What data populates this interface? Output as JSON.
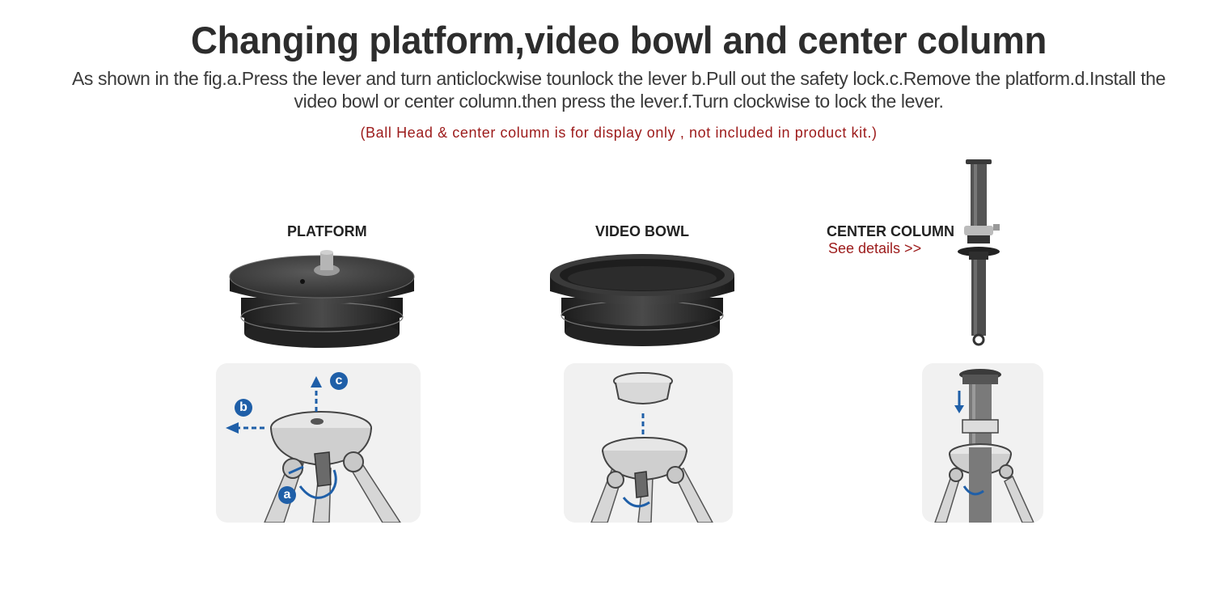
{
  "heading": {
    "title": "Changing platform,video bowl and center column",
    "description": "As shown in the fig.a.Press the lever and turn anticlockwise tounlock the lever b.Pull out the safety lock.c.Remove the platform.d.Install the video bowl or center column.then press the lever.f.Turn clockwise to lock the lever.",
    "note": "(Ball Head & center column is for display only , not included in product kit.)"
  },
  "products": {
    "platform_label": "PLATFORM",
    "video_bowl_label": "VIDEO BOWL",
    "center_column_label": "CENTER COLUMN",
    "center_column_link": "See details >>"
  },
  "steps": {
    "a": "a",
    "b": "b",
    "c": "c"
  },
  "colors": {
    "accent_blue": "#1f5fa8",
    "note_red": "#9c1a1a",
    "panel_bg": "#f1f1f1"
  }
}
